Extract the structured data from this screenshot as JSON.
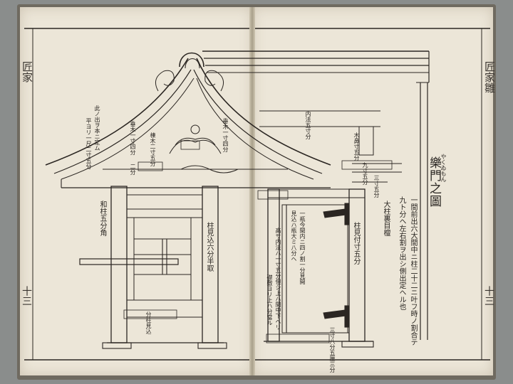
{
  "header": {
    "left_margin": "匠家",
    "left_folio": "十三",
    "right_margin": "匠家雛",
    "right_folio": "十三"
  },
  "figure": {
    "title": "樂門之圖",
    "title_ruby": "やくゐもん"
  },
  "annotations": {
    "left_eave_note": "此ノ出ヲ本ニ定ム",
    "left_eave_note_2": "平ヨリ一尺二寸五分",
    "left_ridge_note": "棟木二寸五分",
    "left_roof_note": "垂木一寸四分",
    "left_roof_note_2": "垂木一寸四分",
    "left_pillar_small": "和柱五分角",
    "left_pillar_main": "柱見込六分半取",
    "left_bottom_note": "分柱見込",
    "left_measure": "二分",
    "right_top_beam": "内法五寸分",
    "right_bracket": "木鼻寸五分",
    "right_beam_small": "九寸五分",
    "right_side_pillar": "大柱裏目檀",
    "right_door_note": "一瓶今間内ニ四ノ割一分見開",
    "right_door_note_2": "見込ハ瓶大ミ八分ヘ",
    "right_pillar_main": "柱見付寸五分",
    "right_height_note": "高サ内法ハ一寸五分但シ上ハ間中下ヘリ",
    "right_base_note": "礎敷ヨリ上ハ分當ル",
    "right_bottom_scale": "三寸八分五厘三分",
    "right_upper_note": "三寸五分",
    "main_text_1": "一間前出六大間中ニ柱二十二ニ叶フ時ノ割合テ",
    "main_text_2": "九ト分ヘ左右割ヲ出シ側出定ヘル也"
  }
}
